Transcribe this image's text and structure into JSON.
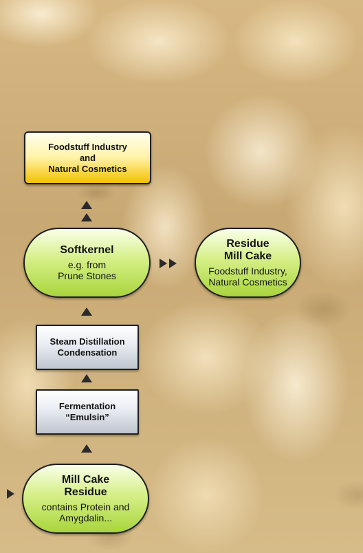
{
  "boxes": {
    "foodstuff": {
      "line1": "Foodstuff Industry",
      "line2": "and",
      "line3": "Natural Cosmetics"
    },
    "softkernel": {
      "title": "Softkernel",
      "line1": "e.g. from",
      "line2": "Prune Stones"
    },
    "residue": {
      "title1": "Residue",
      "title2": "Mill Cake",
      "line1": "Foodstuff Industry,",
      "line2": "Natural Cosmetics"
    },
    "steam": {
      "line1": "Steam Distillation",
      "line2": "Condensation"
    },
    "fermentation": {
      "line1": "Fermentation",
      "line2": "“Emulsin”"
    },
    "millcake": {
      "title1": "Mill Cake",
      "title2": "Residue",
      "line1": "contains Protein and",
      "line2": "Amygdalin..."
    }
  },
  "colors": {
    "yellow_box": "#f4c000",
    "green_box": "#a9d53c",
    "gray_box": "#bfc5ce",
    "arrows": "#2a2a2a",
    "border": "#1f1f1f"
  }
}
